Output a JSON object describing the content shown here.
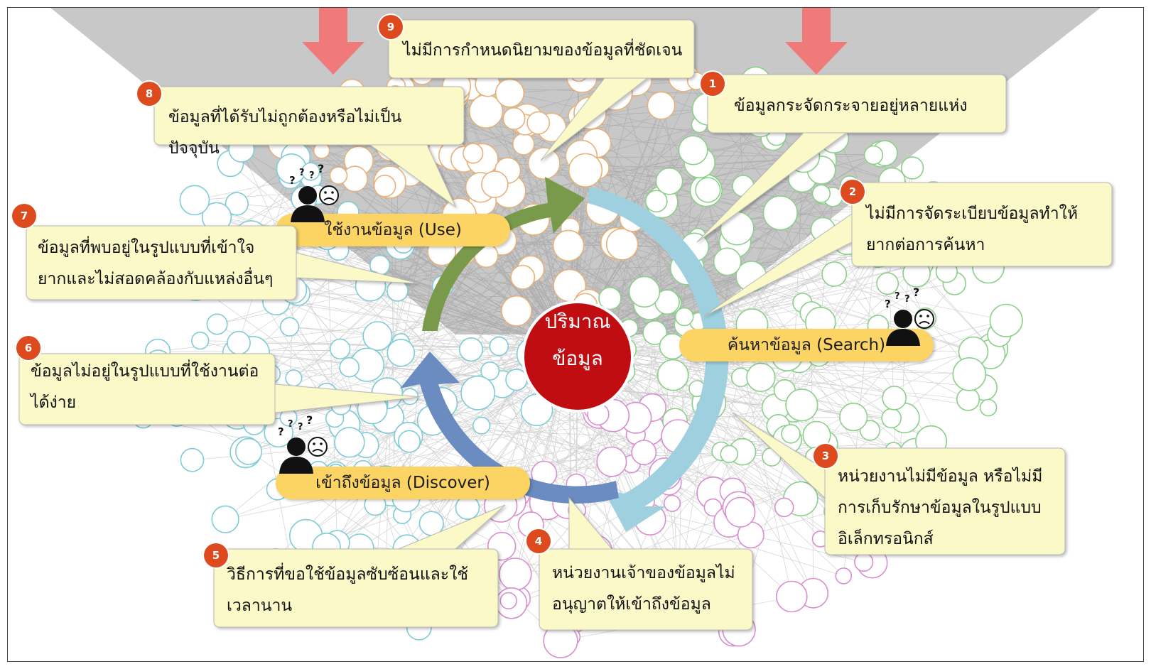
{
  "center": {
    "line1": "ปริมาณ",
    "line2": "ข้อมูล",
    "color": "#c00d12"
  },
  "cycle": [
    {
      "key": "use",
      "label": "ใช้งานข้อมูล (Use)",
      "arrow_color": "#7a9a4b"
    },
    {
      "key": "search",
      "label": "ค้นหาข้อมูล (Search)",
      "arrow_color": "#9ed0df"
    },
    {
      "key": "discover",
      "label": "เข้าถึงข้อมูล (Discover)",
      "arrow_color": "#6b8cc0"
    }
  ],
  "problems": [
    {
      "number": "1",
      "text": "ข้อมูลกระจัดกระจายอยู่หลายแห่ง"
    },
    {
      "number": "2",
      "text": "ไม่มีการจัดระเบียบข้อมูลทำให้ ยากต่อการค้นหา"
    },
    {
      "number": "3",
      "text": "หน่วยงานไม่มีข้อมูล หรือไม่มี การเก็บรักษาข้อมูลในรูปแบบ อิเล็กทรอนิกส์"
    },
    {
      "number": "4",
      "text": "หน่วยงานเจ้าของข้อมูลไม่ อนุญาตให้เข้าถึงข้อมูล"
    },
    {
      "number": "5",
      "text": "วิธีการที่ขอใช้ข้อมูลซับซ้อนและใช้ เวลานาน"
    },
    {
      "number": "6",
      "text": "ข้อมูลไม่อยู่ในรูปแบบที่ใช้งานต่อ ได้ง่าย"
    },
    {
      "number": "7",
      "text": "ข้อมูลที่พบอยู่ในรูปแบบที่เข้าใจ ยากและไม่สอดคล้องกับแหล่งอื่นๆ"
    },
    {
      "number": "8",
      "text": "ข้อมูลที่ได้รับไม่ถูกต้องหรือไม่เป็นปัจจุบัน"
    },
    {
      "number": "9",
      "text": "ไม่มีการกำหนดนิยามของข้อมูลที่ชัดเจน"
    }
  ],
  "colors": {
    "callout_fill": "#fcf9c8",
    "badge": "#dd4a1e",
    "label_pill": "#fbd464",
    "funnel": "#c8c8c8",
    "down_arrow": "#f07a7a",
    "node_green": "#8ccf8a",
    "node_blue": "#7fcbd6",
    "node_pink": "#d88fd0",
    "node_orange": "#e7b27a"
  },
  "icons": [
    "confused-person-icon",
    "sad-face-icon",
    "question-mark-icon"
  ]
}
